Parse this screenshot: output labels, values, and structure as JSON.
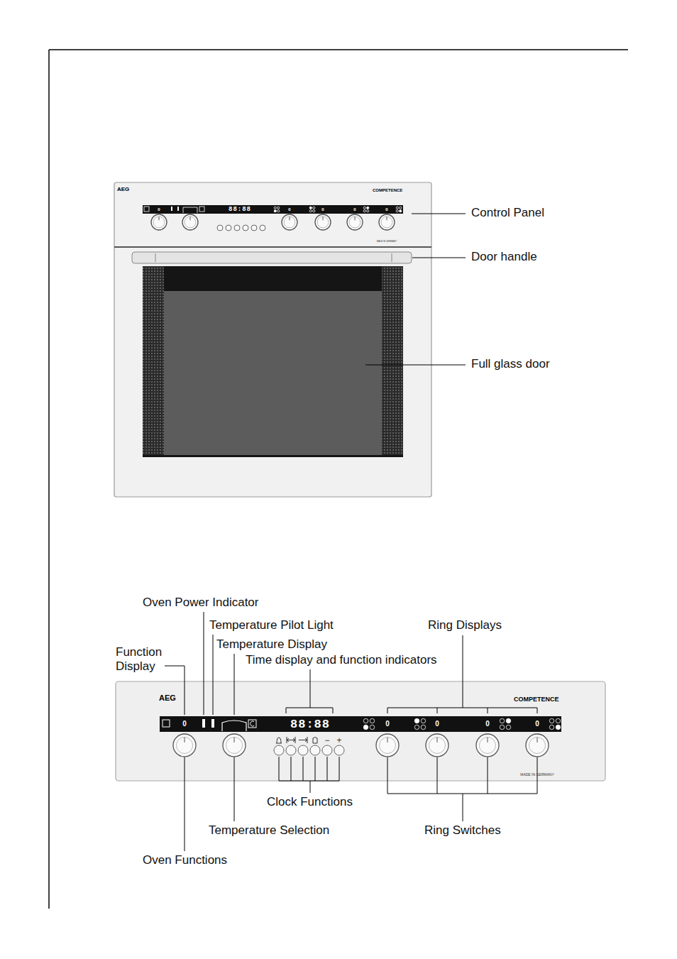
{
  "diagram": {
    "labels": [
      "AEG",
      "COMPETENCE",
      "88:88",
      "0",
      "0",
      "0",
      "0",
      "0",
      "MADE IN GERMANY",
      "Control Panel",
      "Door handle",
      "Full glass door",
      "Oven Power Indicator",
      "Temperature Pilot Light",
      "Temperature Display",
      "Function Display",
      "Time display and function indicators",
      "Ring Displays",
      "AEG",
      "COMPETENCE",
      "88:88",
      "0",
      "0",
      "0",
      "0",
      "0",
      "−",
      "+",
      "MADE IN GERMANY",
      "Clock Functions",
      "Temperature Selection",
      "Ring Switches",
      "Oven Functions"
    ]
  }
}
